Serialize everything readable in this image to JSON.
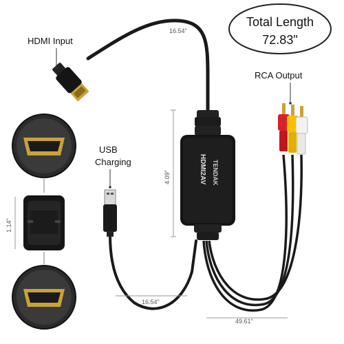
{
  "callouts": {
    "total_length_line1": "Total Length",
    "total_length_line2": "72.83\"",
    "hdmi_input": "HDMI Input",
    "rca_output": "RCA Output",
    "usb_line1": "USB",
    "usb_line2": "Charging"
  },
  "dimensions": {
    "top_cable": "16.54\"",
    "box_height": "4.09\"",
    "coupler": "1.14\"",
    "usb_cable": "16.54\"",
    "rca_cable": "49.61\""
  },
  "device": {
    "brand": "TENDAK",
    "model": "HDMI2AV"
  },
  "colors": {
    "cable": "#1a1a1a",
    "rca_red": "#d8202a",
    "rca_yellow": "#f2c200",
    "rca_white": "#f2f2f2",
    "gold": "#c9a23a"
  }
}
